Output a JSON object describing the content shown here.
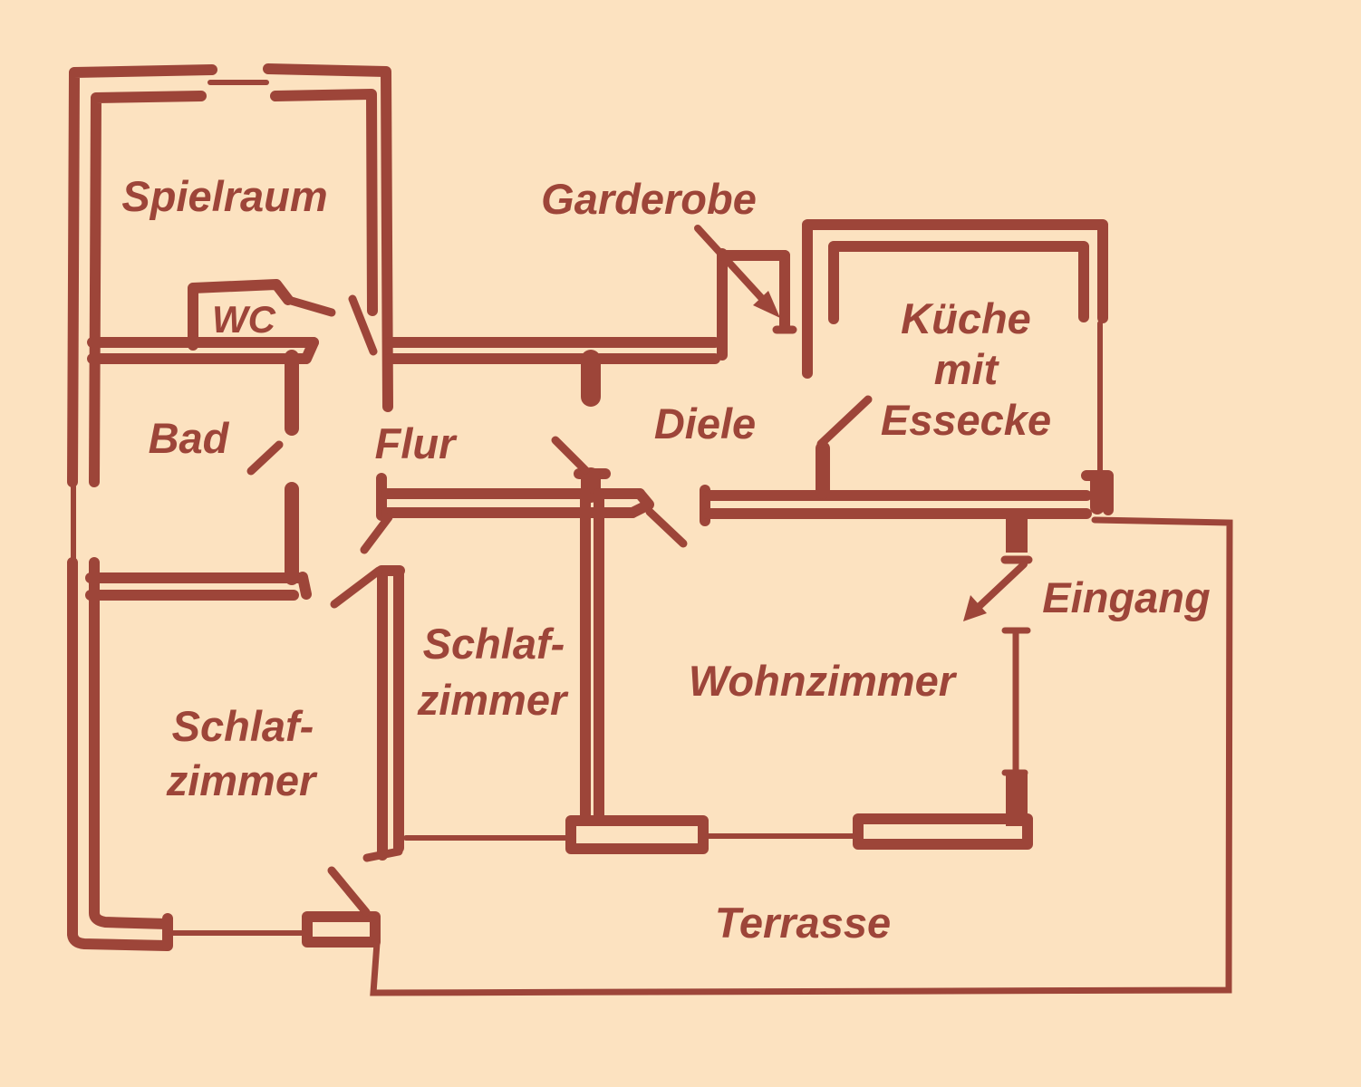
{
  "document": {
    "type": "floor-plan",
    "language": "de"
  },
  "colors": {
    "background": "#fce2c0",
    "ink": "#9d4539"
  },
  "rooms": {
    "spielraum": {
      "label": "Spielraum"
    },
    "garderobe": {
      "label": "Garderobe"
    },
    "wc": {
      "label": "WC"
    },
    "bad": {
      "label": "Bad"
    },
    "flur": {
      "label": "Flur"
    },
    "diele": {
      "label": "Diele"
    },
    "kueche": {
      "line1": "Küche",
      "line2": "mit",
      "line3": "Essecke"
    },
    "schlafzimmer_mitte": {
      "line1": "Schlaf-",
      "line2": "zimmer"
    },
    "wohnzimmer": {
      "label": "Wohnzimmer"
    },
    "schlafzimmer_links": {
      "line1": "Schlaf-",
      "line2": "zimmer"
    },
    "eingang": {
      "label": "Eingang"
    },
    "terrasse": {
      "label": "Terrasse"
    }
  }
}
